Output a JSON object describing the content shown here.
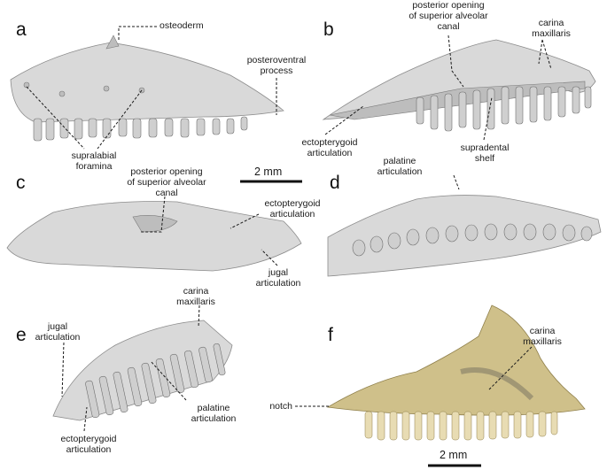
{
  "panels": {
    "a": {
      "letter": "a",
      "labels": {
        "osteoderm": "osteoderm",
        "posteroventral_process": "posteroventral\nprocess",
        "supralabial_foramina": "supralabial\nforamina"
      }
    },
    "b": {
      "letter": "b",
      "labels": {
        "posterior_opening": "posterior opening\nof superior alveolar\ncanal",
        "carina_maxillaris": "carina\nmaxillaris",
        "ectopterygoid_articulation": "ectopterygoid\narticulation",
        "supradental_shelf": "supradental\nshelf"
      }
    },
    "c": {
      "letter": "c",
      "labels": {
        "posterior_opening": "posterior opening\nof superior alveolar\ncanal",
        "ectopterygoid_articulation": "ectopterygoid\narticulation",
        "jugal_articulation": "jugal\narticulation"
      }
    },
    "d": {
      "letter": "d",
      "labels": {
        "palatine_articulation": "palatine\narticulation"
      }
    },
    "e": {
      "letter": "e",
      "labels": {
        "carina_maxillaris": "carina\nmaxillaris",
        "jugal_articulation": "jugal\narticulation",
        "palatine_articulation": "palatine\narticulation",
        "ectopterygoid_articulation": "ectopterygoid\narticulation"
      }
    },
    "f": {
      "letter": "f",
      "labels": {
        "carina_maxillaris": "carina\nmaxillaris",
        "notch": "notch"
      }
    }
  },
  "scale_bars": {
    "upper": "2 mm",
    "lower": "2 mm"
  },
  "colors": {
    "render_bone": "#d9d9d9",
    "photo_bone": "#cfc08a",
    "text": "#1a1a1a"
  }
}
